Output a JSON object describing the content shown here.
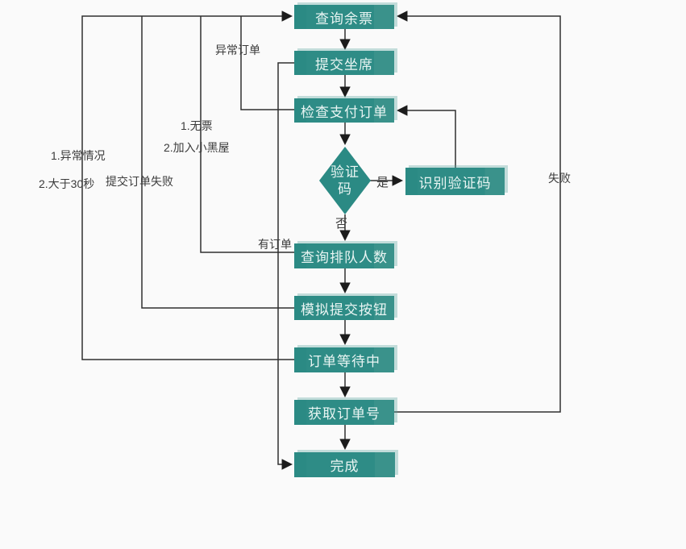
{
  "diagram": {
    "nodes": {
      "query_tickets": {
        "label": "查询余票"
      },
      "submit_seat": {
        "label": "提交坐席"
      },
      "check_payment": {
        "label": "检查支付订单"
      },
      "captcha": {
        "label": "验证码"
      },
      "recognize_captcha": {
        "label": "识别验证码"
      },
      "query_queue": {
        "label": "查询排队人数"
      },
      "simulate_submit": {
        "label": "模拟提交按钮"
      },
      "order_waiting": {
        "label": "订单等待中"
      },
      "get_order_number": {
        "label": "获取订单号"
      },
      "done": {
        "label": "完成"
      }
    },
    "edge_labels": {
      "abnormal_order": "异常订单",
      "no_ticket": "1.无票",
      "join_blackroom": "2.加入小黑屋",
      "abnormal_case": "1.异常情况",
      "over_30s": "2.大于30秒",
      "submit_order_fail": "提交订单失败",
      "has_order": "有订单",
      "yes": "是",
      "no": "否",
      "fail": "失败"
    },
    "colors": {
      "node_fill": "#2b8a84",
      "node_fill_light": "#3a928b",
      "node_text": "#e9f5f3",
      "line": "#2f2f2f",
      "label_text": "#3b3b3b",
      "background": "#fafafa"
    }
  }
}
